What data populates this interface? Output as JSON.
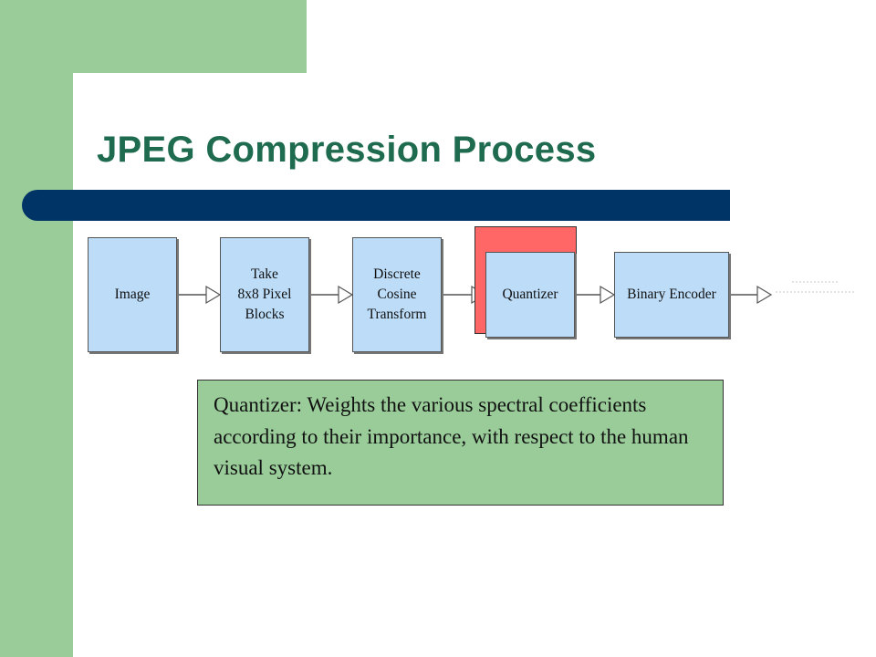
{
  "slide": {
    "title": "JPEG Compression Process",
    "accent_colors": {
      "sidebar_green": "#99cc99",
      "title_text": "#1f6b4f",
      "title_bar": "#003366",
      "step_fill": "#bcdcf8",
      "highlight": "#ff6666",
      "note_fill": "#99cc99"
    }
  },
  "diagram": {
    "steps": [
      {
        "label": "Image"
      },
      {
        "label": "Take\n8x8 Pixel\nBlocks"
      },
      {
        "label": "Discrete\nCosine\nTransform"
      },
      {
        "label": "Quantizer",
        "highlighted": true
      },
      {
        "label": "Binary Encoder"
      }
    ],
    "connector_icon": "arrow-right-icon"
  },
  "note": {
    "text": "Quantizer: Weights the various spectral coefficients according to their importance, with respect to the human visual system."
  }
}
